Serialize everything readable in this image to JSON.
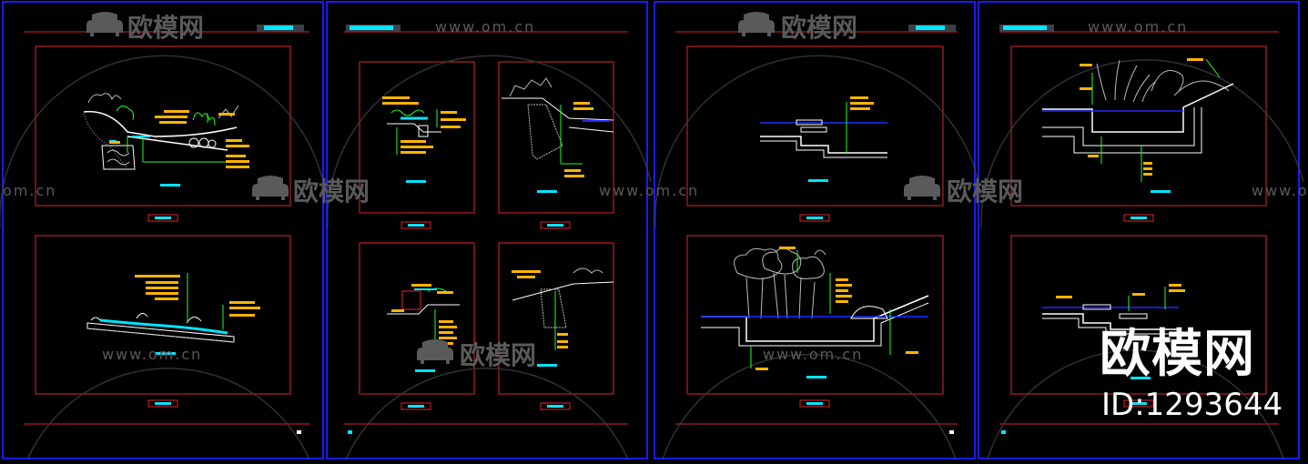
{
  "watermark": {
    "brand_text": "欧模网",
    "site_text": "www.om.cn",
    "site_text_partial": "om.cn",
    "id_text": "ID:1293644"
  },
  "colors": {
    "background": "#000000",
    "sheet_border": "#1a1aff",
    "frame_red": "#e0232b",
    "label_cyan": "#00e5ff",
    "note_yellow": "#ffb400",
    "leader_green": "#22ff22",
    "ground_white": "#ffffff",
    "water_blue": "#1e2aff",
    "watermark_gray": "#5a5a5a"
  },
  "icons": {
    "logo": "sofa-logo-icon"
  }
}
